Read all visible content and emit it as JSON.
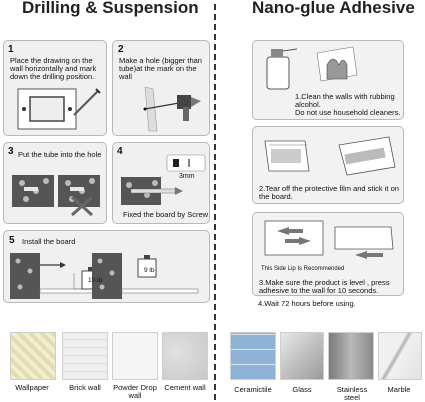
{
  "left": {
    "title": "Drilling & Suspension",
    "steps": [
      {
        "num": "1",
        "text": "Place the drawing on the wall horizontally and mark down the drilling position."
      },
      {
        "num": "2",
        "text": "Make a hole (bigger than tube)at the mark on the wall"
      },
      {
        "num": "3",
        "text": "Put the tube into the hole"
      },
      {
        "num": "4",
        "text": "Fixed the board by Screw",
        "label": "3mm"
      },
      {
        "num": "5",
        "text": "Install the board",
        "weight1": "10 lb",
        "weight2": "9 lb"
      }
    ],
    "materials": [
      "Wallpaper",
      "Brick wall",
      "Powder Drop wall",
      "Cement wall"
    ]
  },
  "right": {
    "title": "Nano-glue Adhesive",
    "steps": [
      {
        "text": "1.Clean the walls with rubbing alcohol.\nDo not use household cleaners."
      },
      {
        "text": "2.Tear off the protective film and stick it on the board."
      },
      {
        "text": "3.Make sure the product is level , press adhesive to the wall for 10 seconds.",
        "caption": "This Side Lip Is Recommended"
      },
      {
        "text": "4.Wait 72 hours before using."
      }
    ],
    "materials": [
      "Ceramictile",
      "Glass",
      "Stainless steel",
      "Marble"
    ]
  }
}
